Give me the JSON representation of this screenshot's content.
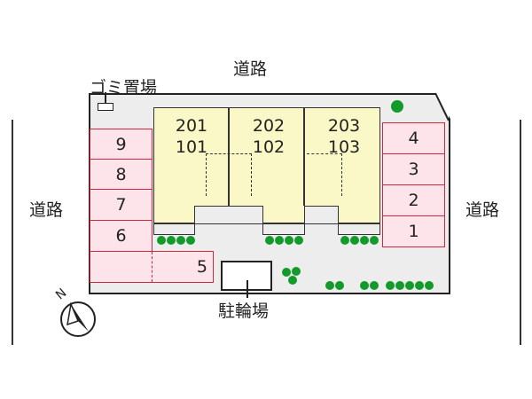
{
  "roads": {
    "top": "道路",
    "left": "道路",
    "right": "道路"
  },
  "labels": {
    "garbage": "ゴミ置場",
    "bicycle": "駐輪場"
  },
  "compass": {
    "north": "N"
  },
  "building": {
    "units": [
      {
        "upper": "201",
        "lower": "101"
      },
      {
        "upper": "202",
        "lower": "102"
      },
      {
        "upper": "203",
        "lower": "103"
      }
    ]
  },
  "parking": {
    "left": [
      "9",
      "8",
      "7",
      "6"
    ],
    "bottom": "5",
    "right": [
      "4",
      "3",
      "2",
      "1"
    ]
  },
  "colors": {
    "tree": "#129a2a",
    "parking_fill": "#fde3ea",
    "parking_border": "#d0283c",
    "building": "#fbf8c7",
    "lot": "#ededed"
  }
}
